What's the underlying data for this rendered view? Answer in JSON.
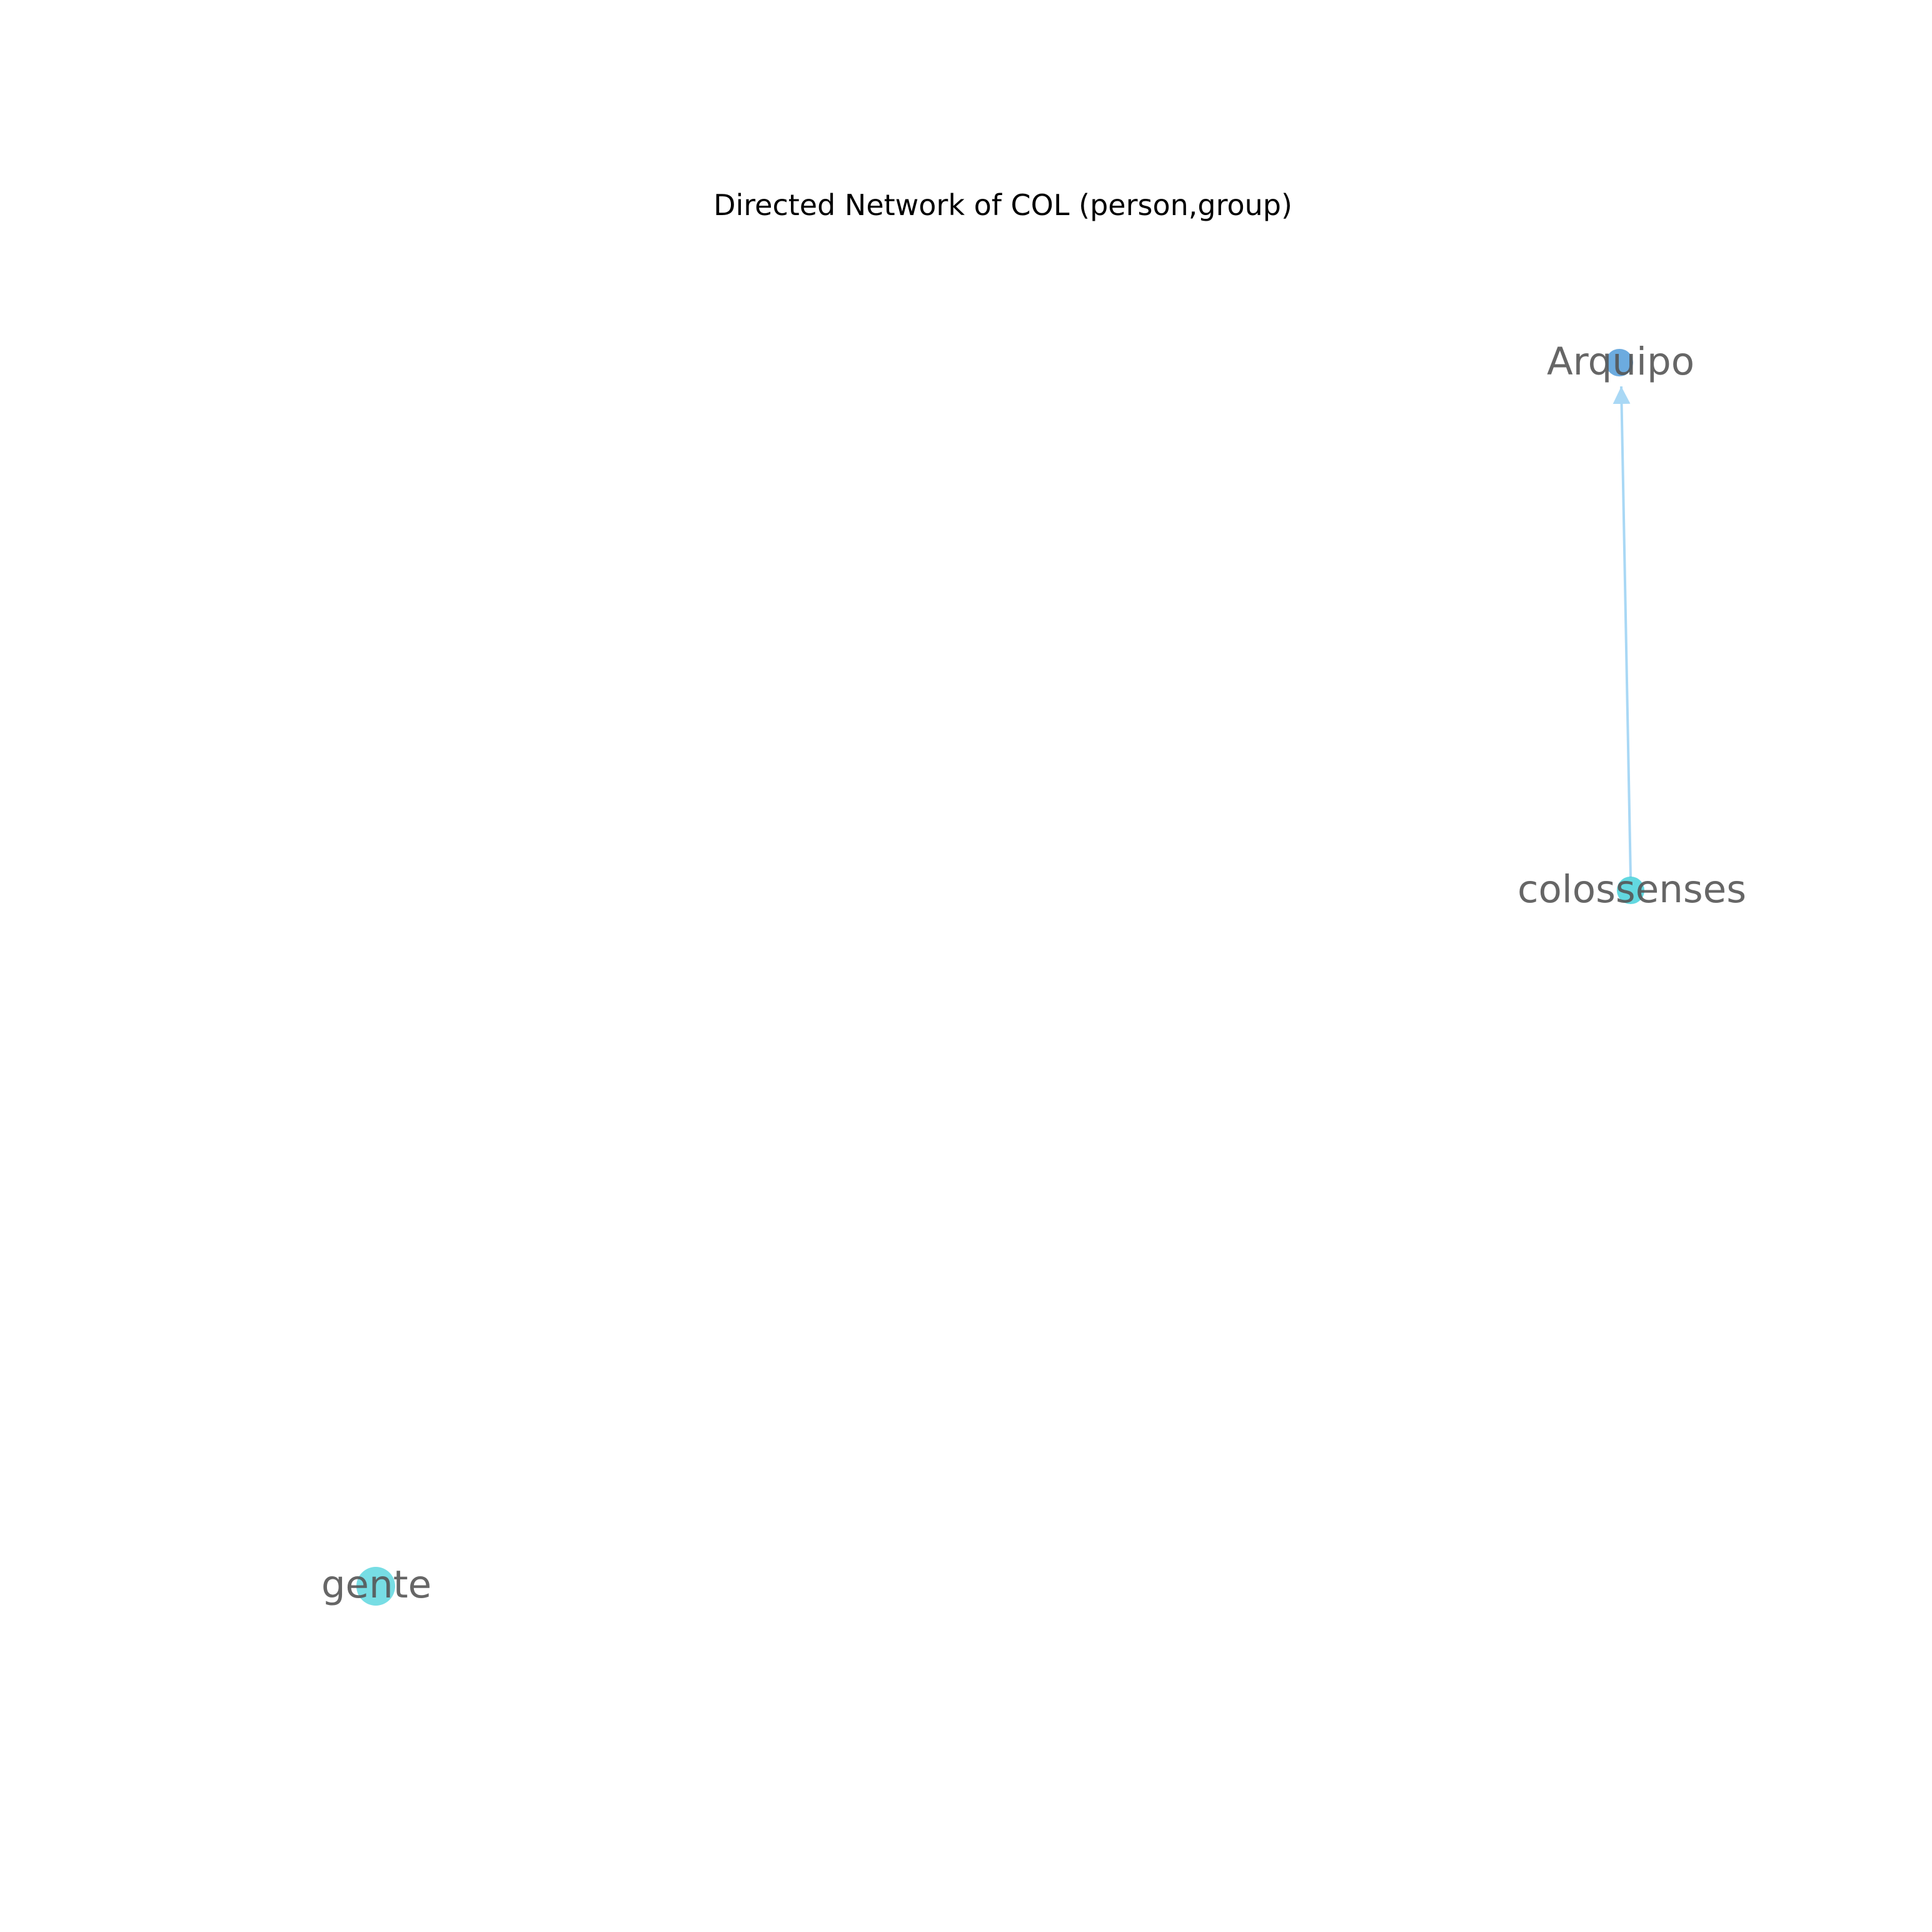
{
  "title": "Directed Network of COL (person,group)",
  "nodes": [
    {
      "id": "arquipo",
      "label": "Arquipo",
      "color": "#3b8fd4",
      "opacity": 0.75
    },
    {
      "id": "colossenses",
      "label": "colossenses",
      "color": "#2ecbd6",
      "opacity": 0.75
    },
    {
      "id": "gente",
      "label": "gente",
      "color": "#2ecbd6",
      "opacity": 0.65
    }
  ],
  "edges": [
    {
      "source": "colossenses",
      "target": "arquipo",
      "directed": true,
      "color": "#a9d8f5"
    }
  ]
}
